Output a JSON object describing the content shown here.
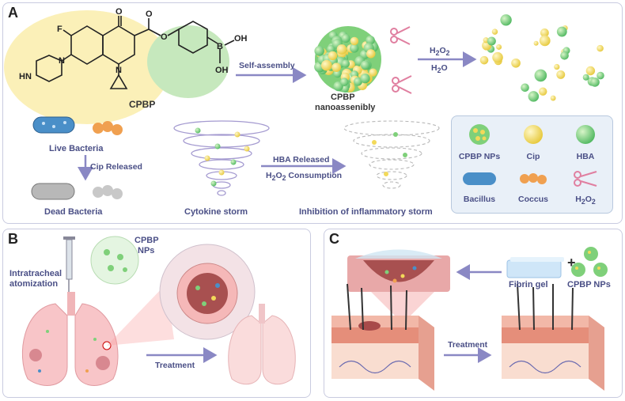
{
  "panels": {
    "a": {
      "letter": "A"
    },
    "b": {
      "letter": "B"
    },
    "c": {
      "letter": "C"
    }
  },
  "panel_a": {
    "molecule": {
      "label": "CPBP",
      "atoms": {
        "fluorine": "F",
        "oxygen_keto": "O",
        "oxygen_ester1": "O",
        "oxygen_ester2": "O",
        "nitrogen_ring": "N",
        "nitrogen_pip1": "N",
        "nitrogen_pip2": "HN",
        "boron": "B",
        "hydroxyl_1": "OH",
        "hydroxyl_2": "OH"
      }
    },
    "self_assembly_label": "Self-assembly",
    "nano_label_line1": "CPBP",
    "nano_label_line2": "nanoassenibly",
    "reagent_top": "H",
    "reagent_top_sub": "2",
    "reagent_top_tail": "O",
    "reagent_top_sub2": "2",
    "reagent_bottom": "H",
    "reagent_bottom_sub": "2",
    "reagent_bottom_tail": "O",
    "live_bacteria": "Live Bacteria",
    "cip_released": "Cip Released",
    "dead_bacteria": "Dead Bacteria",
    "cytokine_storm": "Cytokine storm",
    "hba_released": "HBA Released",
    "h2o2_consumption_pre": "H",
    "h2o2_consumption_sub1": "2",
    "h2o2_consumption_mid": "O",
    "h2o2_consumption_sub2": "2",
    "h2o2_consumption_post": " Consumption",
    "inhibition": "Inhibition of inflammatory storm",
    "legend": {
      "items": [
        {
          "label": "CPBP NPs",
          "icon": "nanoparticle-icon"
        },
        {
          "label": "Cip",
          "icon": "cip-sphere-icon"
        },
        {
          "label": "HBA",
          "icon": "hba-sphere-icon"
        },
        {
          "label": "Bacillus",
          "icon": "bacillus-icon"
        },
        {
          "label": "Coccus",
          "icon": "coccus-icon"
        },
        {
          "label": "H",
          "sub": "2",
          "tail": "O",
          "sub2": "2",
          "icon": "scissors-icon"
        }
      ]
    },
    "colors": {
      "cip": "#f2d95a",
      "hba": "#7fd07a",
      "arrow": "#8a88c4",
      "bacillus": "#4a8fc8",
      "coccus": "#f0a050",
      "h2o2": "#e07fa0"
    }
  },
  "panel_b": {
    "nps_label_line1": "CPBP",
    "nps_label_line2": "NPs",
    "atomization_line1": "Intratracheal",
    "atomization_line2": "atomization",
    "treatment": "Treatment"
  },
  "panel_c": {
    "fibrin_gel": "Fibrin gel",
    "plus": "+",
    "cpbp_nps": "CPBP NPs",
    "treatment": "Treatment"
  }
}
